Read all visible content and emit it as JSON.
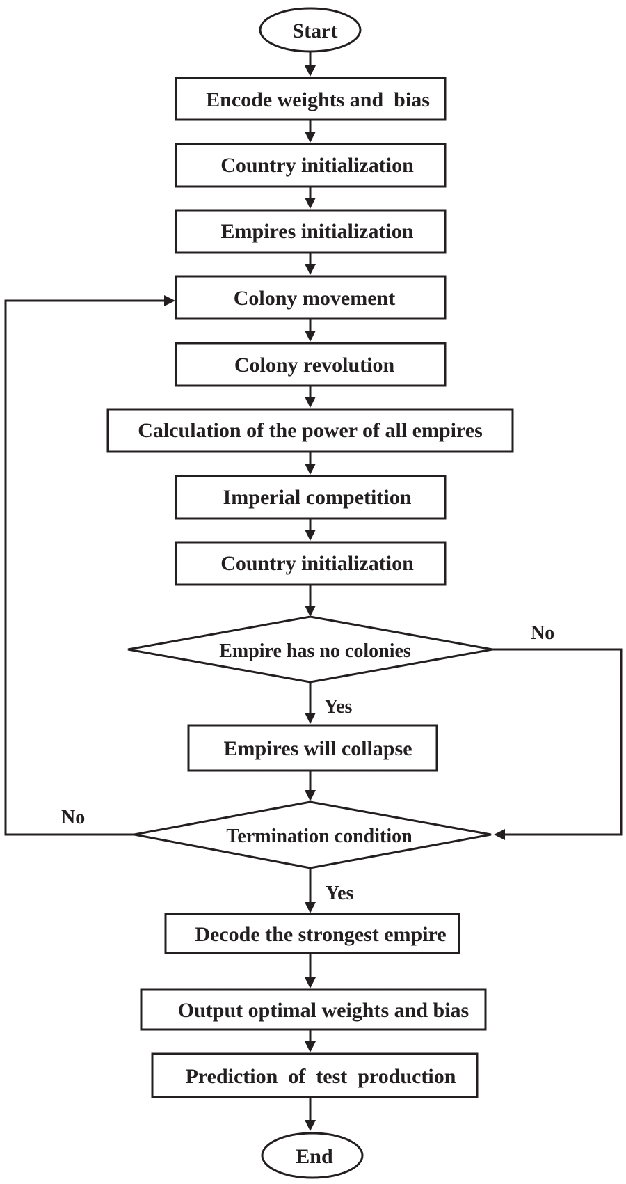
{
  "nodes": {
    "start": "Start",
    "encode": "Encode weights and  bias",
    "country_init_1": "Country initialization",
    "empires_init": "Empires initialization",
    "colony_movement": "Colony movement",
    "colony_revolution": "Colony revolution",
    "power_calc": "Calculation of the power of all empires",
    "imperial_competition": "Imperial competition",
    "country_init_2": "Country initialization",
    "no_colonies": "Empire has no colonies",
    "collapse": "Empires will collapse",
    "termination": "Termination condition",
    "decode": "Decode the strongest empire",
    "output": "Output optimal weights and bias",
    "prediction": "Prediction  of  test  production",
    "end": "End"
  },
  "edge_labels": {
    "no_colonies_no": "No",
    "no_colonies_yes": "Yes",
    "termination_no": "No",
    "termination_yes": "Yes"
  },
  "colors": {
    "ink": "#231f20",
    "background": "#ffffff"
  }
}
